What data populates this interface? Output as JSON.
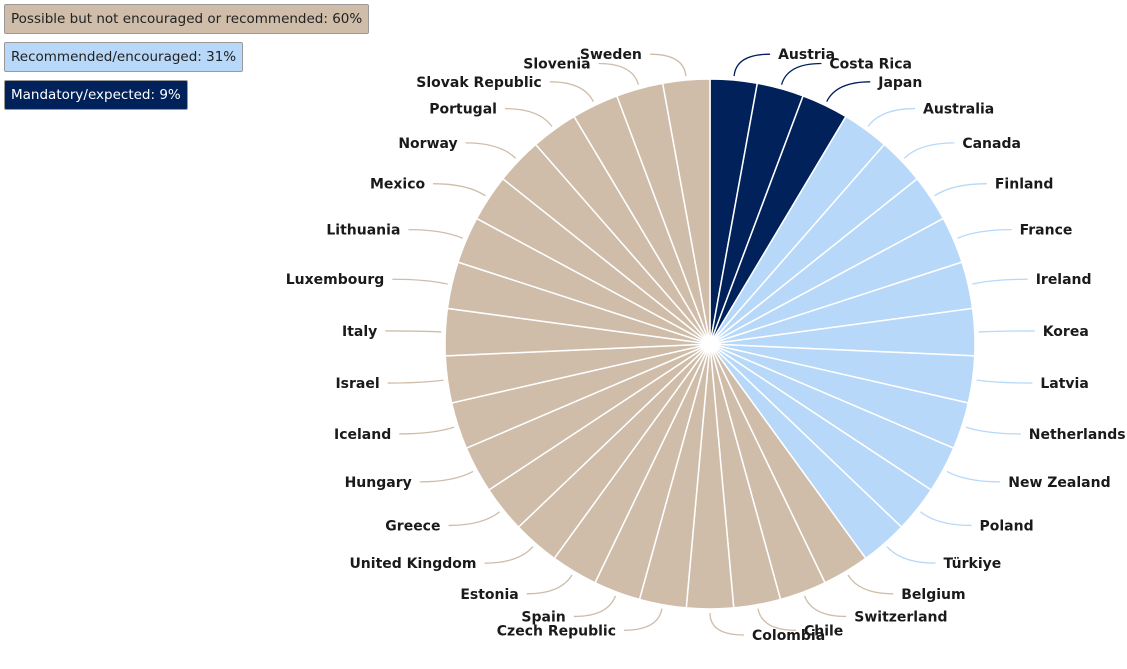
{
  "chart_data": {
    "type": "pie",
    "legend": [
      {
        "name": "Possible but not encouraged or recommended",
        "share": "60%",
        "color": "#cfbda9",
        "text_color": "#222222"
      },
      {
        "name": "Recommended/encouraged",
        "share": "31%",
        "color": "#b7d8f8",
        "text_color": "#222222"
      },
      {
        "name": "Mandatory/expected",
        "share": "9%",
        "color": "#00215a",
        "text_color": "#ffffff"
      }
    ],
    "legend_placement": "top-left",
    "slices": [
      {
        "label": "Austria",
        "category": 2,
        "value": 1
      },
      {
        "label": "Costa Rica",
        "category": 2,
        "value": 1
      },
      {
        "label": "Japan",
        "category": 2,
        "value": 1
      },
      {
        "label": "Australia",
        "category": 1,
        "value": 1
      },
      {
        "label": "Canada",
        "category": 1,
        "value": 1
      },
      {
        "label": "Finland",
        "category": 1,
        "value": 1
      },
      {
        "label": "France",
        "category": 1,
        "value": 1
      },
      {
        "label": "Ireland",
        "category": 1,
        "value": 1
      },
      {
        "label": "Korea",
        "category": 1,
        "value": 1
      },
      {
        "label": "Latvia",
        "category": 1,
        "value": 1
      },
      {
        "label": "Netherlands",
        "category": 1,
        "value": 1
      },
      {
        "label": "New Zealand",
        "category": 1,
        "value": 1
      },
      {
        "label": "Poland",
        "category": 1,
        "value": 1
      },
      {
        "label": "Türkiye",
        "category": 1,
        "value": 1
      },
      {
        "label": "Belgium",
        "category": 0,
        "value": 1
      },
      {
        "label": "Switzerland",
        "category": 0,
        "value": 1
      },
      {
        "label": "Chile",
        "category": 0,
        "value": 1
      },
      {
        "label": "Colombia",
        "category": 0,
        "value": 1
      },
      {
        "label": "Czech Republic",
        "category": 0,
        "value": 1
      },
      {
        "label": "Spain",
        "category": 0,
        "value": 1
      },
      {
        "label": "Estonia",
        "category": 0,
        "value": 1
      },
      {
        "label": "United Kingdom",
        "category": 0,
        "value": 1
      },
      {
        "label": "Greece",
        "category": 0,
        "value": 1
      },
      {
        "label": "Hungary",
        "category": 0,
        "value": 1
      },
      {
        "label": "Iceland",
        "category": 0,
        "value": 1
      },
      {
        "label": "Israel",
        "category": 0,
        "value": 1
      },
      {
        "label": "Italy",
        "category": 0,
        "value": 1
      },
      {
        "label": "Luxembourg",
        "category": 0,
        "value": 1
      },
      {
        "label": "Lithuania",
        "category": 0,
        "value": 1
      },
      {
        "label": "Mexico",
        "category": 0,
        "value": 1
      },
      {
        "label": "Norway",
        "category": 0,
        "value": 1
      },
      {
        "label": "Portugal",
        "category": 0,
        "value": 1
      },
      {
        "label": "Slovak Republic",
        "category": 0,
        "value": 1
      },
      {
        "label": "Slovenia",
        "category": 0,
        "value": 1
      },
      {
        "label": "Sweden",
        "category": 0,
        "value": 1
      }
    ]
  }
}
